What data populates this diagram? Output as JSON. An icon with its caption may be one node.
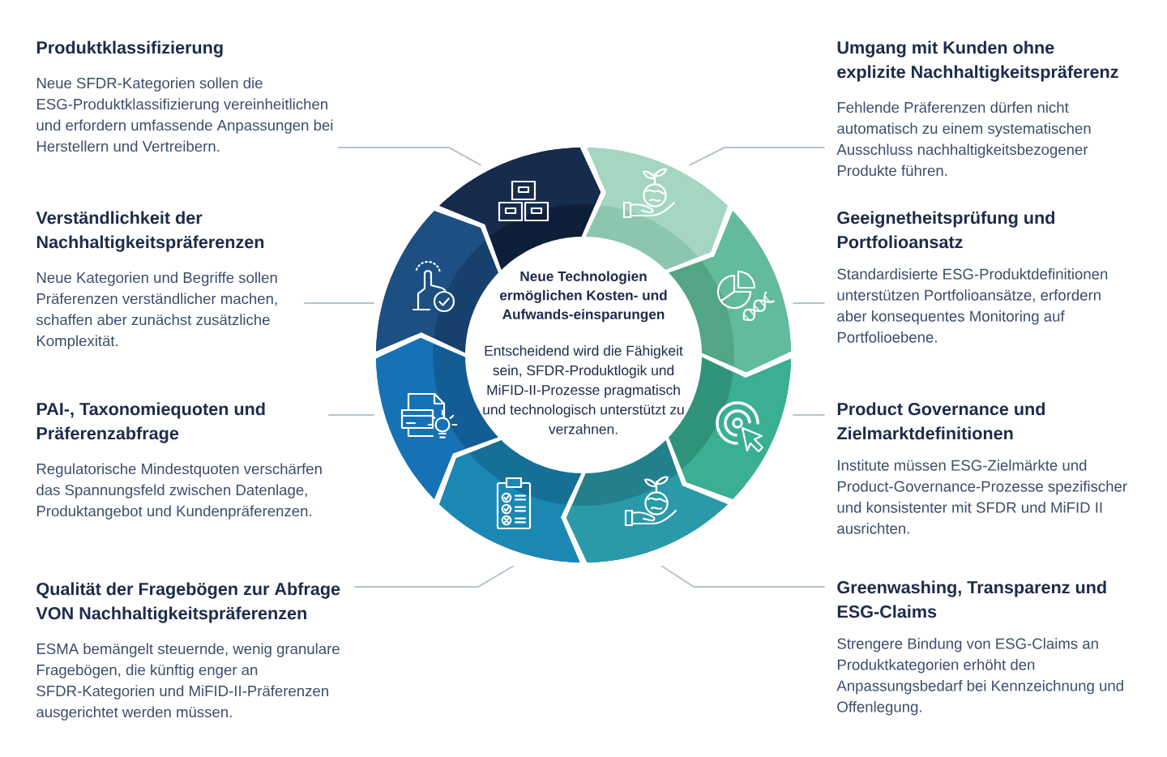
{
  "diagram": {
    "nodes": [
      {
        "text": [
          "Produktklassifizierung",
          "Neue SFDR-Kategorien sollen die ESG-Produktklassifizierung vereinheitlichen und erfordern umfassende Anpassungen bei Herstellern und Vertreibern."
        ]
      },
      {
        "text": [
          "Verständlichkeit der Nachhaltigkeitspräferenzen",
          "Neue Kategorien und Begriffe sollen Präferenzen verständlicher machen, schaffen aber zunächst zusätzliche Komplexität."
        ]
      },
      {
        "text": [
          "PAI-, Taxonomiequoten und Präferenzabfrage",
          "Regulatorische Mindestquoten verschärfen das Spannungsfeld zwischen Datenlage, Produktangebot und Kundenpräferenzen."
        ]
      },
      {
        "text": [
          "Qualität der Fragebögen zur Abfrage VON Nachhaltigkeitspräferenzen",
          "ESMA bemängelt steuernde, wenig granulare Fragebögen, die künftig enger an SFDR-Kategorien und MiFID-II-Präferenzen ausgerichtet werden müssen."
        ]
      },
      {
        "text": [
          "Neue Technologien ermöglichen Kosten- und Aufwands-einsparungen",
          "Entscheidend wird die Fähigkeit sein, SFDR-Produktlogik und MiFID-II-Prozesse pragmatisch und technologisch unterstützt zu verzahnen."
        ]
      },
      {
        "text": [],
        "shape": "segment"
      },
      {
        "text": [],
        "shape": "segment"
      },
      {
        "text": [],
        "shape": "segment"
      },
      {
        "text": [],
        "shape": "segment"
      },
      {
        "text": [],
        "shape": "segment"
      },
      {
        "text": [],
        "shape": "segment"
      },
      {
        "text": [],
        "shape": "segment"
      },
      {
        "text": [],
        "shape": "segment"
      },
      {
        "text": [
          "Umgang mit Kunden ohne explizite Nachhaltigkeitspräferenz",
          "Fehlende Präferenzen dürfen nicht automatisch zu einem systematischen Ausschluss nachhaltigkeitsbezogener Produkte führen."
        ]
      },
      {
        "text": [
          "Geeignetheitsprüfung und Portfolioansatz",
          "Standardisierte ESG-Produktdefinitionen unterstützen Portfolioansätze, erfordern aber konsequentes Monitoring auf Portfolioebene."
        ]
      },
      {
        "text": [
          "Product Governance und Zielmarktdefinitionen",
          "Institute müssen ESG-Zielmärkte und Product-Governance-Prozesse spezifischer und konsistenter mit SFDR und MiFID II ausrichten."
        ]
      },
      {
        "text": [
          "Greenwashing, Transparenz und ESG-Claims",
          "Strengere Bindung von ESG-Claims an Produktkategorien erhöht den Anpassungsbedarf bei Kennzeichnung und Offenlegung."
        ]
      }
    ],
    "edges": [
      {
        "from": 0,
        "to": 5,
        "arrow": "none"
      },
      {
        "from": 1,
        "to": 12,
        "arrow": "none"
      },
      {
        "from": 2,
        "to": 11,
        "arrow": "none"
      },
      {
        "from": 3,
        "to": 10,
        "arrow": "none"
      },
      {
        "from": 13,
        "to": 6,
        "arrow": "none"
      },
      {
        "from": 14,
        "to": 7,
        "arrow": "none"
      },
      {
        "from": 15,
        "to": 8,
        "arrow": "none"
      },
      {
        "from": 16,
        "to": 9,
        "arrow": "none"
      }
    ]
  }
}
